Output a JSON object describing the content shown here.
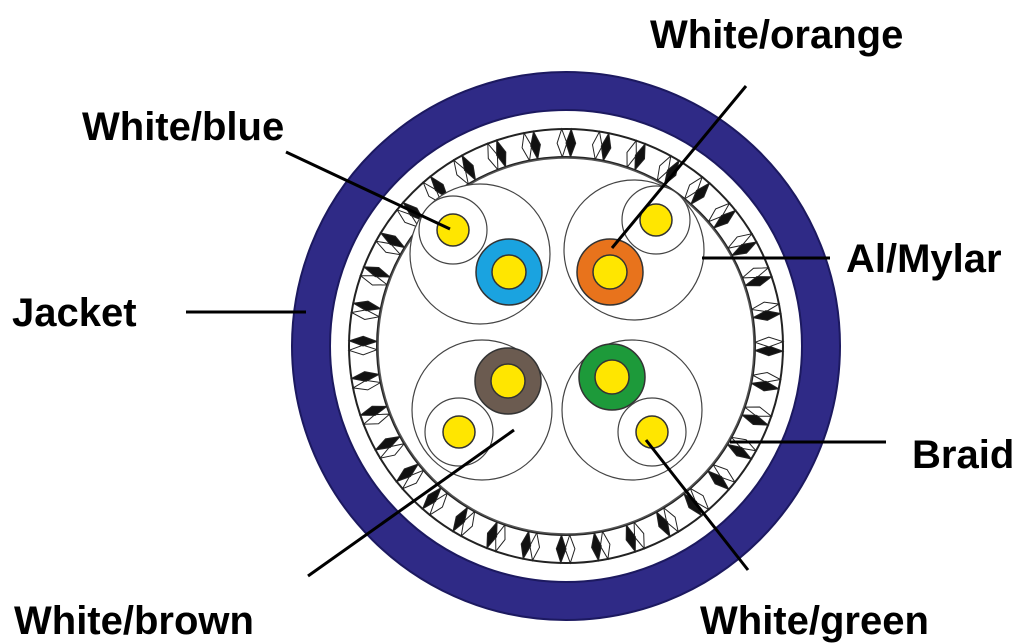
{
  "labels": {
    "white_orange": "White/orange",
    "white_blue": "White/blue",
    "al_mylar": "Al/Mylar",
    "jacket": "Jacket",
    "braid": "Braid",
    "white_brown": "White/brown",
    "white_green": "White/green"
  },
  "colors": {
    "jacket": "#2f2a86",
    "conductor": "#ffe600",
    "blue": "#1aa3e0",
    "orange": "#e8731c",
    "brown": "#6b5b50",
    "green": "#1d9a3a",
    "outline": "#444444"
  }
}
